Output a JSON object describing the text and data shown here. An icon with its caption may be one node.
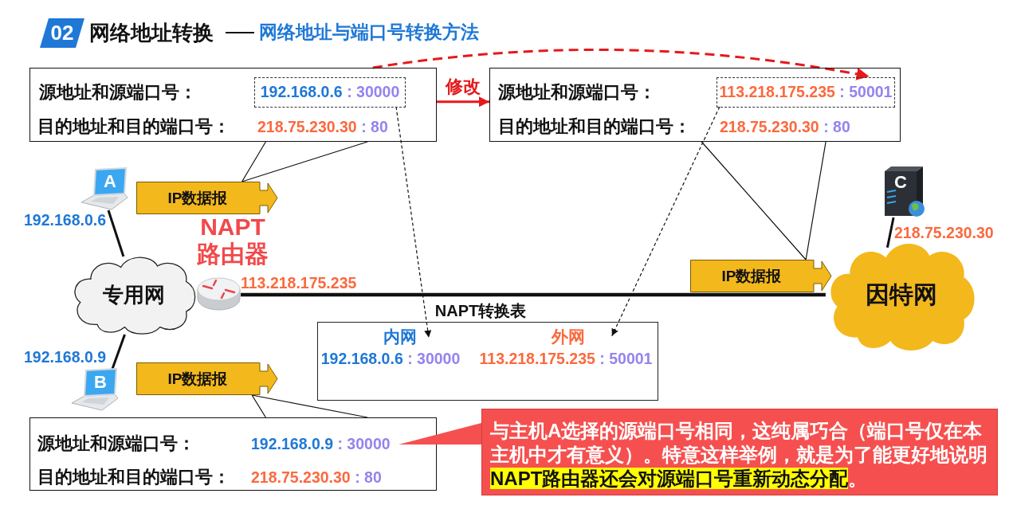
{
  "diagram": {
    "title": "网络地址转换",
    "nodes": [
      {
        "text": [
          "源地址和源端口号：",
          "目的地址和目的端口号：",
          "218.75.230.30 : 80"
        ]
      },
      {
        "text": [
          "192.168.0.6 : 30000"
        ],
        "in": 0
      },
      {
        "text": [
          "源地址和源端口号：",
          "目的地址和目的端口号：",
          "218.75.230.30 : 80"
        ]
      },
      {
        "text": [
          "113.218.175.235 : 50001"
        ],
        "in": 2
      },
      {
        "text": [
          "A"
        ],
        "beside": [
          "192.168.0.6"
        ]
      },
      {
        "text": [
          "IP数据报"
        ]
      },
      {
        "text": [
          "C"
        ],
        "beside": [
          "218.75.230.30"
        ]
      },
      {
        "text": [
          "NAPT 路由器"
        ],
        "beside": [
          "113.218.175.235"
        ]
      },
      {
        "text": [
          "专用网"
        ]
      },
      {
        "text": [
          "IP数据报"
        ]
      },
      {
        "text": [
          "因特网"
        ]
      },
      {
        "text": [
          "NAPT转换表",
          "内网",
          "外网",
          "192.168.0.6 : 30000",
          "113.218.175.235 : 50001"
        ]
      },
      {
        "text": [
          "B"
        ],
        "beside": [
          "192.168.0.9"
        ]
      },
      {
        "text": [
          "IP数据报"
        ]
      },
      {
        "text": [
          "源地址和源端口号：",
          "192.168.0.9 : 30000",
          "目的地址和目的端口号：",
          "218.75.230.30 : 80"
        ]
      },
      {
        "text": [
          "与主机A选择的源端口号相同，这纯属巧合（端口号仅在本主机中才有意义）。特意这样举例，就是为了能更好地说明**NAPT路由器还会对源端口号重新动态分配**。"
        ]
      }
    ],
    "edges": [
      {
        "from": 0,
        "to": 2,
        "arrow": "to",
        "label": "修改",
        "color": "#e5191b"
      },
      {
        "from": 0,
        "to": 3,
        "arrow": "to",
        "style": "dashed",
        "color": "#e5191b"
      },
      {
        "from": 0,
        "to": 5,
        "arrow": "none"
      },
      {
        "from": 2,
        "to": 9,
        "arrow": "none"
      },
      {
        "from": 1,
        "to": 11,
        "arrow": "to",
        "style": "dashed"
      },
      {
        "from": 3,
        "to": 11,
        "arrow": "to",
        "style": "dashed"
      },
      {
        "from": 4,
        "to": 8,
        "arrow": "none"
      },
      {
        "from": 12,
        "to": 8,
        "arrow": "none"
      },
      {
        "from": 7,
        "to": 10,
        "arrow": "none"
      },
      {
        "from": 6,
        "to": 10,
        "arrow": "none"
      },
      {
        "from": 14,
        "to": 13,
        "arrow": "none"
      },
      {
        "from": 15,
        "to": 14,
        "arrow": "none"
      }
    ],
    "labels": [
      "02",
      "网络地址与端口号转换方法"
    ]
  }
}
